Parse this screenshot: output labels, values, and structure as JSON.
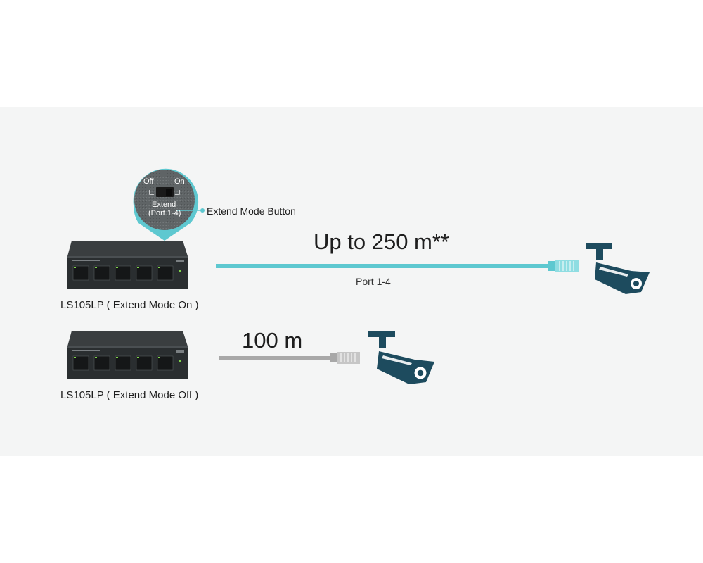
{
  "zoom": {
    "off_label": "Off",
    "on_label": "On",
    "extend_label": "Extend",
    "ports_label": "(Port 1-4)"
  },
  "callout": {
    "label": "Extend Mode Button"
  },
  "extended": {
    "distance": "Up to 250 m**",
    "port": "Port 1-4",
    "caption": "LS105LP ( Extend Mode On )"
  },
  "standard": {
    "distance": "100 m",
    "caption": "LS105LP ( Extend Mode Off )"
  },
  "colors": {
    "panel_bg": "#f4f5f5",
    "extended_cable": "#5ec8d0",
    "standard_cable": "#a8a8a8",
    "camera": "#1d4b5e",
    "switch_body": "#2d3133",
    "port_led": "#7fd64a"
  },
  "icons": [
    "switch-icon",
    "camera-icon",
    "rj45-plug-icon",
    "toggle-switch-icon"
  ]
}
